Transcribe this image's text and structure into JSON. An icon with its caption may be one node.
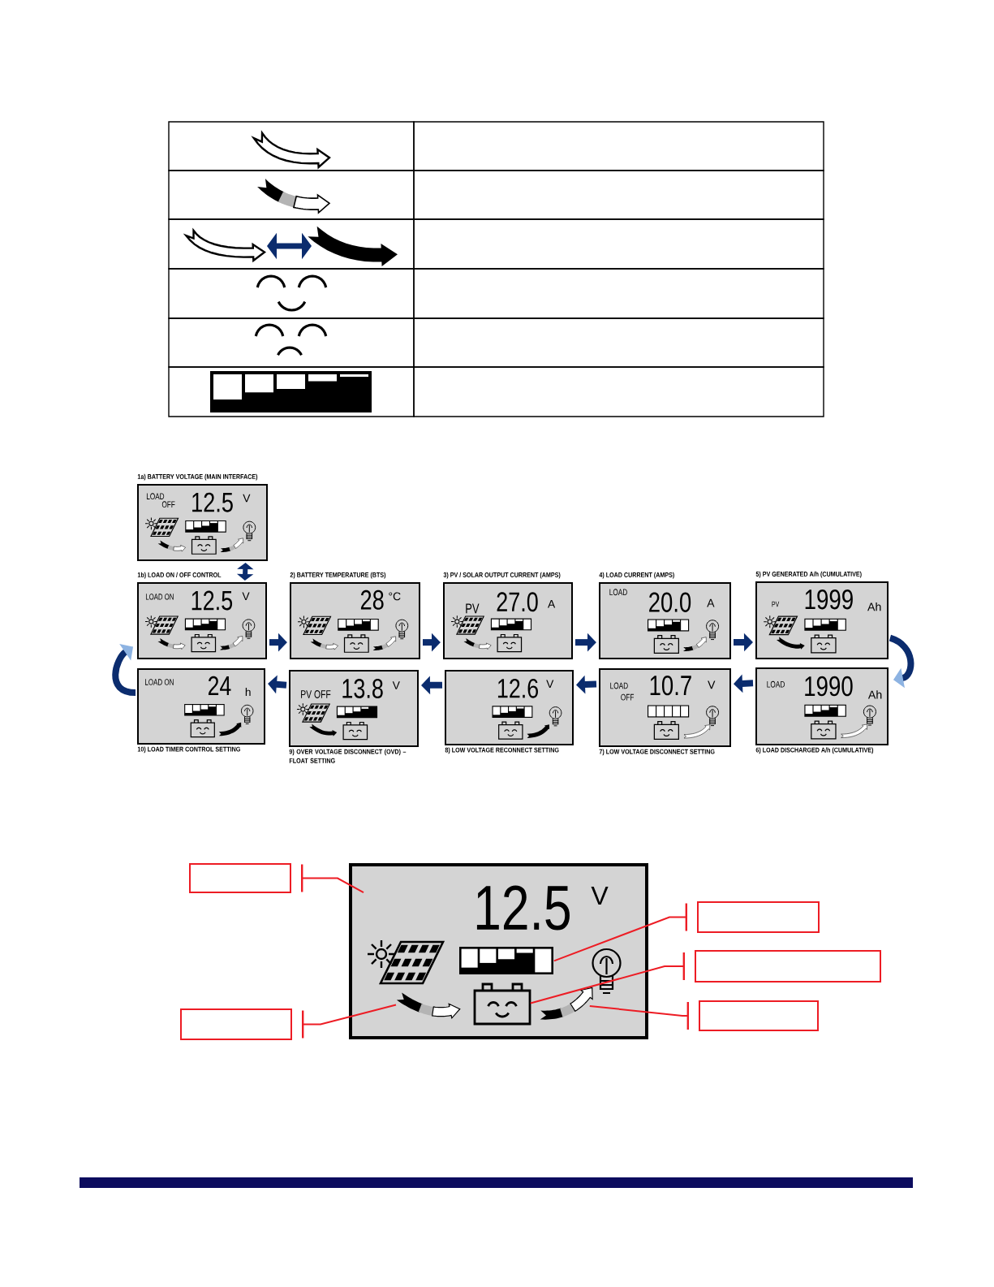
{
  "diagram": {
    "nodes": [
      {
        "text": [
          "1a) BATTERY VOLTAGE (MAIN INTERFACE)",
          "LOAD OFF",
          "12.5",
          "V"
        ]
      },
      {
        "text": [
          "1b) LOAD ON / OFF CONTROL",
          "LOAD ON",
          "12.5",
          "V"
        ]
      },
      {
        "text": [
          "2) BATTERY TEMPERATURE (BTS)",
          "28",
          "°C"
        ]
      },
      {
        "text": [
          "3) PV / SOLAR OUTPUT CURRENT (AMPS)",
          "PV",
          "27.0",
          "A"
        ]
      },
      {
        "text": [
          "4) LOAD CURRENT (AMPS)",
          "LOAD",
          "20.0",
          "A"
        ]
      },
      {
        "text": [
          "5) PV GENERATED A/h (CUMULATIVE)",
          "PV",
          "1999",
          "Ah"
        ]
      },
      {
        "text": [
          "LOAD",
          "1990",
          "Ah",
          "6) LOAD DISCHARGED A/h (CUMULATIVE)"
        ]
      },
      {
        "text": [
          "LOAD OFF",
          "10.7",
          "V",
          "7) LOW VOLTAGE DISCONNECT SETTING"
        ]
      },
      {
        "text": [
          "12.6",
          "V",
          "8) LOW VOLTAGE RECONNECT SETTING"
        ]
      },
      {
        "text": [
          "PV OFF",
          "13.8",
          "V",
          "9) OVER VOLTAGE DISCONNECT (OVD) – FLOAT SETTING"
        ]
      },
      {
        "text": [
          "LOAD ON",
          "24",
          "h",
          "10) LOAD TIMER CONTROL SETTING"
        ]
      },
      {
        "text": [],
        "shape": "box"
      },
      {
        "text": [
          "12.5",
          "V"
        ]
      },
      {
        "text": [],
        "shape": "picture",
        "in": 12
      },
      {
        "text": [],
        "shape": "picture",
        "in": 12
      },
      {
        "text": [],
        "shape": "picture",
        "in": 12
      },
      {
        "text": [],
        "shape": "picture",
        "in": 12
      },
      {
        "text": [],
        "shape": "box"
      },
      {
        "text": [],
        "shape": "box"
      },
      {
        "text": [],
        "shape": "box"
      },
      {
        "text": [],
        "shape": "box"
      }
    ],
    "edges": [
      {
        "from": 0,
        "to": 1,
        "arrow": "both"
      },
      {
        "from": 1,
        "to": 2,
        "arrow": "to"
      },
      {
        "from": 2,
        "to": 3,
        "arrow": "to"
      },
      {
        "from": 3,
        "to": 4,
        "arrow": "to"
      },
      {
        "from": 4,
        "to": 5,
        "arrow": "to"
      },
      {
        "from": 5,
        "to": 6,
        "arrow": "to"
      },
      {
        "from": 6,
        "to": 7,
        "arrow": "to"
      },
      {
        "from": 7,
        "to": 8,
        "arrow": "to"
      },
      {
        "from": 8,
        "to": 9,
        "arrow": "to"
      },
      {
        "from": 9,
        "to": 10,
        "arrow": "to"
      },
      {
        "from": 10,
        "to": 1,
        "arrow": "to"
      },
      {
        "from": 11,
        "to": 12,
        "arrow": "other",
        "color": "#ed1c24"
      },
      {
        "from": 17,
        "to": 13,
        "arrow": "other",
        "color": "#ed1c24"
      },
      {
        "from": 18,
        "to": 15,
        "arrow": "other",
        "color": "#ed1c24"
      },
      {
        "from": 19,
        "to": 16,
        "arrow": "other",
        "color": "#ed1c24"
      },
      {
        "from": 20,
        "to": 14,
        "arrow": "other",
        "color": "#ed1c24"
      }
    ]
  }
}
